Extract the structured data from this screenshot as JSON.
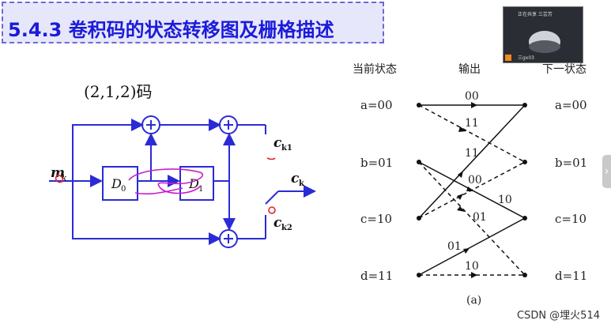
{
  "slide": {
    "title": "5.4.3  卷积码的状态转移图及栅格描述",
    "code_label": "(2,1,2)码"
  },
  "encoder": {
    "input_label": "m",
    "input_sub": "k",
    "reg0_label": "D",
    "reg0_sub": "0",
    "reg1_label": "D",
    "reg1_sub": "1",
    "adder_symbol": "+",
    "out1_label": "c",
    "out1_sub": "k1",
    "out2_label": "c",
    "out2_sub": "k2",
    "out_label": "c",
    "out_sub": "k"
  },
  "trellis": {
    "header_current": "当前状态",
    "header_output": "输出",
    "header_next": "下一状态",
    "states_left": [
      "a=00",
      "b=01",
      "c=10",
      "d=11"
    ],
    "states_right": [
      "a=00",
      "b=01",
      "c=10",
      "d=11"
    ],
    "branch_labels": [
      "00",
      "11",
      "11",
      "00",
      "10",
      "01",
      "01",
      "10"
    ],
    "caption": "(a)"
  },
  "video_thumb": {
    "title": "正在共享  三芸芳",
    "user": "三gx03"
  },
  "watermark": "CSDN @埋火514",
  "colors": {
    "blue_line": "#2b2bd6",
    "title_blue": "#1b1bd9",
    "annotation_red": "#e0242a",
    "annotation_magenta": "#c81ecb"
  }
}
